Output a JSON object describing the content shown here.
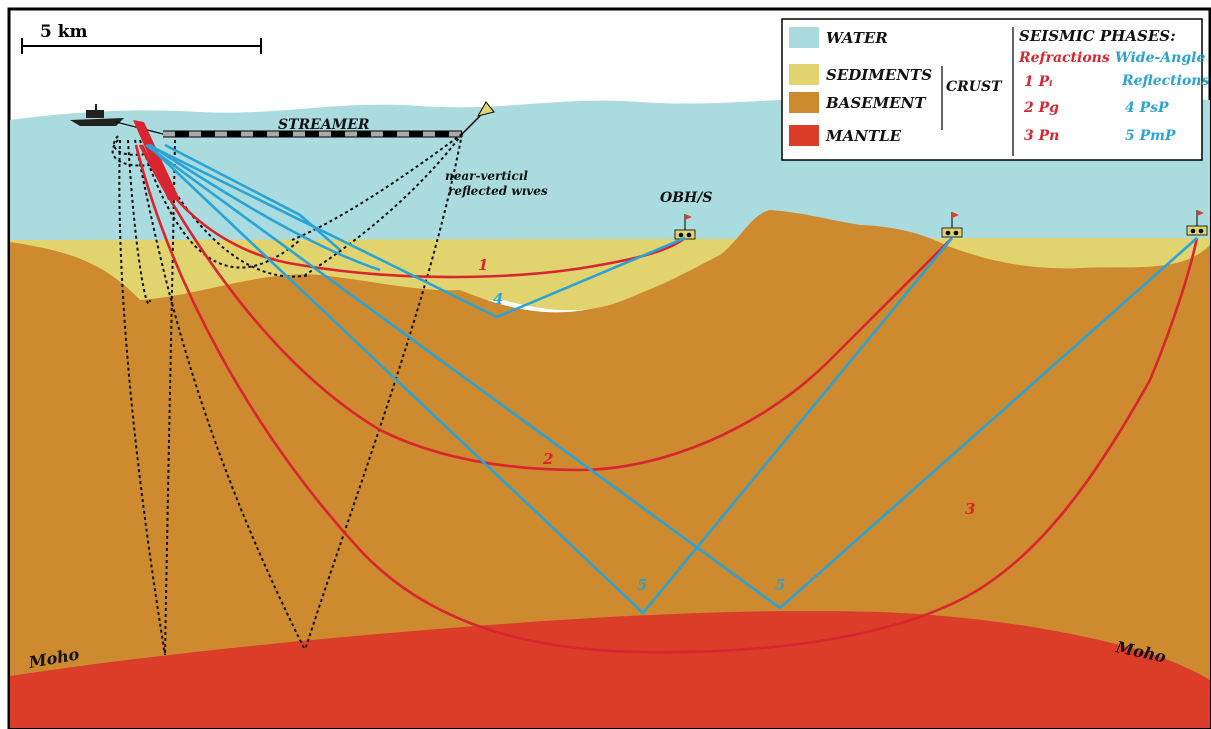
{
  "scale_bar": {
    "label": "5 km"
  },
  "labels": {
    "streamer": "STREAMER",
    "near_vertical_line1": "near-verticıl",
    "near_vertical_line2": "reflected wıves",
    "obh": "OBH/S",
    "moho_left": "Moho",
    "moho_right": "Moho",
    "ray_1": "1",
    "ray_2": "2",
    "ray_3": "3",
    "ray_4": "4",
    "ray_5a": "5",
    "ray_5b": "5"
  },
  "legend": {
    "layers": [
      {
        "label": "WATER",
        "color": "#a9dbdf"
      },
      {
        "label": "SEDIMENTS",
        "color": "#e1d46e"
      },
      {
        "label": "BASEMENT",
        "color": "#cd8a2e"
      },
      {
        "label": "MANTLE",
        "color": "#db3d29"
      }
    ],
    "crust_label": "CRUST",
    "phases_title": "SEISMIC PHASES:",
    "refractions_title": "Refractions",
    "wide_angle_title": "Wide-Angle",
    "reflections_title": "Reflections",
    "refraction_items": [
      "1 Pᵢ",
      "2 Pg",
      "3 Pn"
    ],
    "reflection_items": [
      "4 PsP",
      "5 PmP"
    ]
  },
  "colors": {
    "water": "#a9dbdf",
    "sediments": "#e1d46e",
    "basement": "#cd8a2e",
    "mantle": "#db3d29",
    "refraction_ray": "#d8252f",
    "reflection_ray": "#2aa3d6",
    "reflection_label": "#2aa3d6",
    "refraction_label": "#d8252f"
  }
}
